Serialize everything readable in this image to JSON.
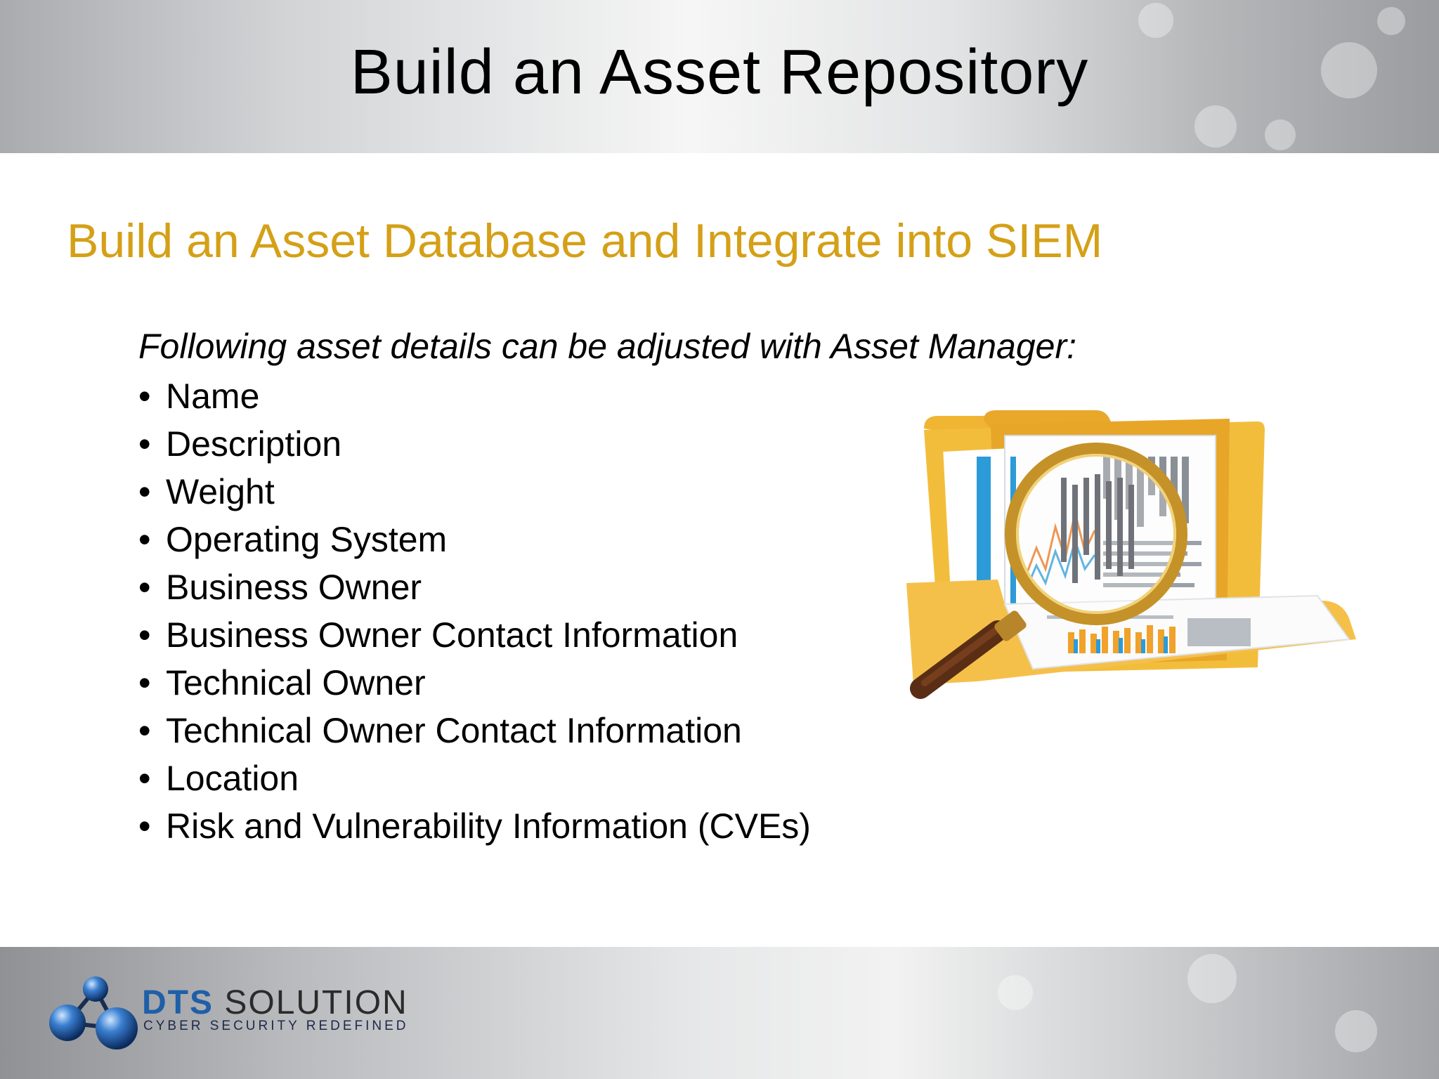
{
  "slide": {
    "title": "Build an Asset Repository",
    "subtitle": "Build an Asset Database and Integrate into SIEM",
    "intro": "Following asset details can be adjusted with Asset Manager:",
    "bullet_glyph": "•",
    "bullets": [
      "Name",
      "Description",
      "Weight",
      "Operating System",
      "Business Owner",
      "Business Owner Contact Information",
      "Technical Owner",
      "Technical Owner Contact Information",
      "Location",
      "Risk and Vulnerability Information (CVEs)"
    ]
  },
  "logo": {
    "name_part1": "DTS",
    "name_part2": "SOLUTION",
    "tagline": "CYBER SECURITY REDEFINED"
  },
  "colors": {
    "subtitle": "#d4a017",
    "title": "#000000",
    "brand_blue": "#1f5fa8"
  },
  "icons": {
    "illustration": "folder-with-magnifier-icon",
    "logo": "molecule-logo-icon"
  }
}
